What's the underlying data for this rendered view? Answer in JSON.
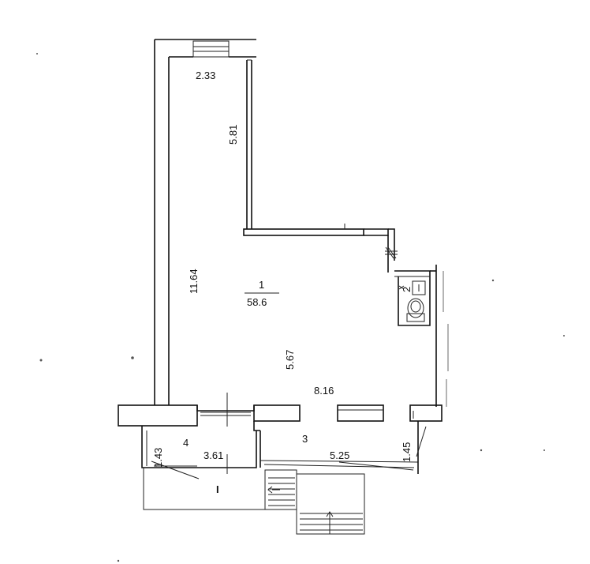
{
  "plan": {
    "room_main_number": "1",
    "room_main_area": "58.6",
    "room_4_number": "4",
    "room_3_number": "3",
    "roman_label": "I",
    "toilet_number": "2",
    "dimensions": {
      "top_width": "2.33",
      "corridor_length": "5.81",
      "left_length": "11.64",
      "hall_depth": "5.67",
      "hall_width": "8.16",
      "room4_depth": "1.43",
      "room4_width": "3.61",
      "room3_width": "5.25",
      "room3_depth": "1.45"
    }
  }
}
